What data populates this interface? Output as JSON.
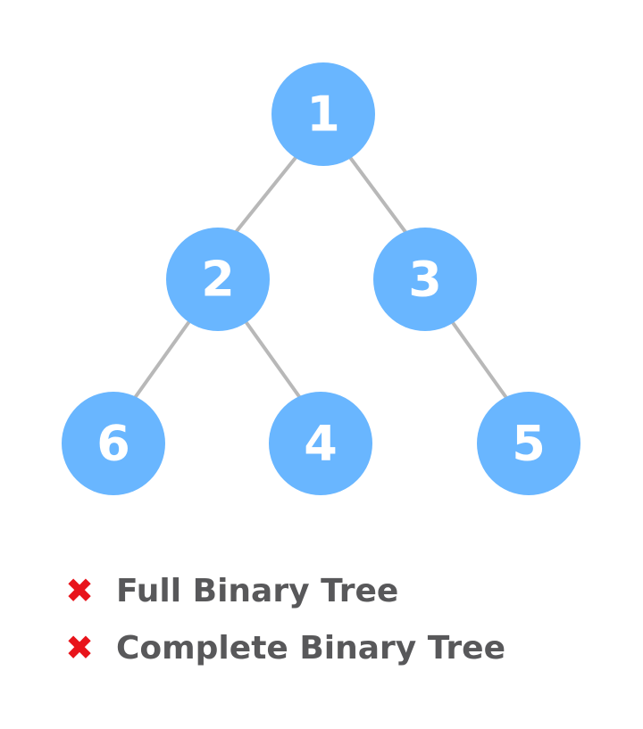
{
  "diagram": {
    "edges": [
      {
        "from": "1",
        "to": "2"
      },
      {
        "from": "1",
        "to": "3"
      },
      {
        "from": "2",
        "to": "6"
      },
      {
        "from": "2",
        "to": "4"
      },
      {
        "from": "3",
        "to": "5"
      }
    ]
  },
  "colors": {
    "node_fill": "#69b6ff",
    "edge": "#b8b8b8",
    "cross": "#e8141b",
    "legend_text": "#58585a"
  },
  "nodes": [
    {
      "id": "1",
      "label": "1"
    },
    {
      "id": "2",
      "label": "2"
    },
    {
      "id": "3",
      "label": "3"
    },
    {
      "id": "6",
      "label": "6"
    },
    {
      "id": "4",
      "label": "4"
    },
    {
      "id": "5",
      "label": "5"
    }
  ],
  "legend": [
    {
      "icon": "cross-icon",
      "text": "Full Binary Tree"
    },
    {
      "icon": "cross-icon",
      "text": "Complete Binary Tree"
    }
  ]
}
